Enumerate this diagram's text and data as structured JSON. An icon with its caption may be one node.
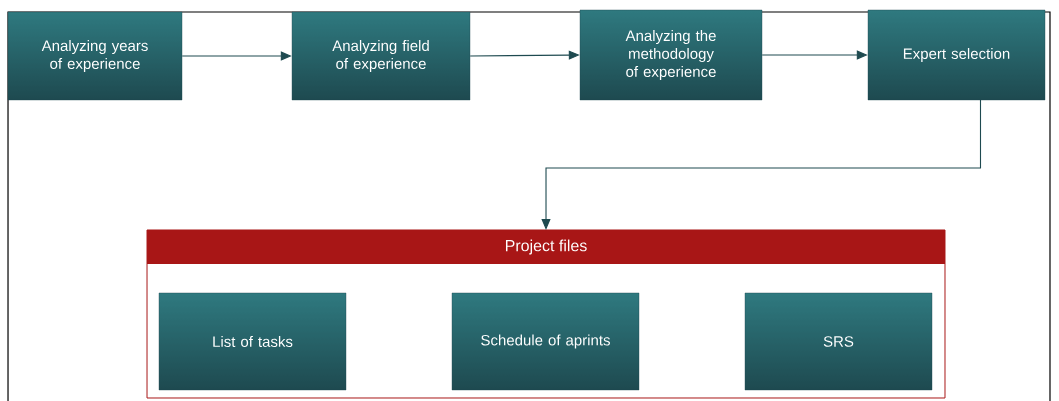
{
  "diagram": {
    "nodes": [
      {
        "text": [
          "Analyzing years of experience"
        ]
      },
      {
        "text": [
          "Analyzing field of experience"
        ]
      },
      {
        "text": [
          "Analyzing the methodology of experience"
        ]
      },
      {
        "text": [
          "Expert selection"
        ]
      },
      {
        "text": [
          "Project files"
        ]
      },
      {
        "text": [
          "List of tasks"
        ],
        "in": 4
      },
      {
        "text": [
          "Schedule of aprints"
        ],
        "in": 4
      },
      {
        "text": [
          "SRS"
        ],
        "in": 4
      }
    ],
    "edges": [
      {
        "from": 0,
        "to": 1,
        "arrow": "to"
      },
      {
        "from": 1,
        "to": 2,
        "arrow": "to"
      },
      {
        "from": 2,
        "to": 3,
        "arrow": "to"
      },
      {
        "from": 3,
        "to": 4,
        "arrow": "to"
      }
    ]
  }
}
